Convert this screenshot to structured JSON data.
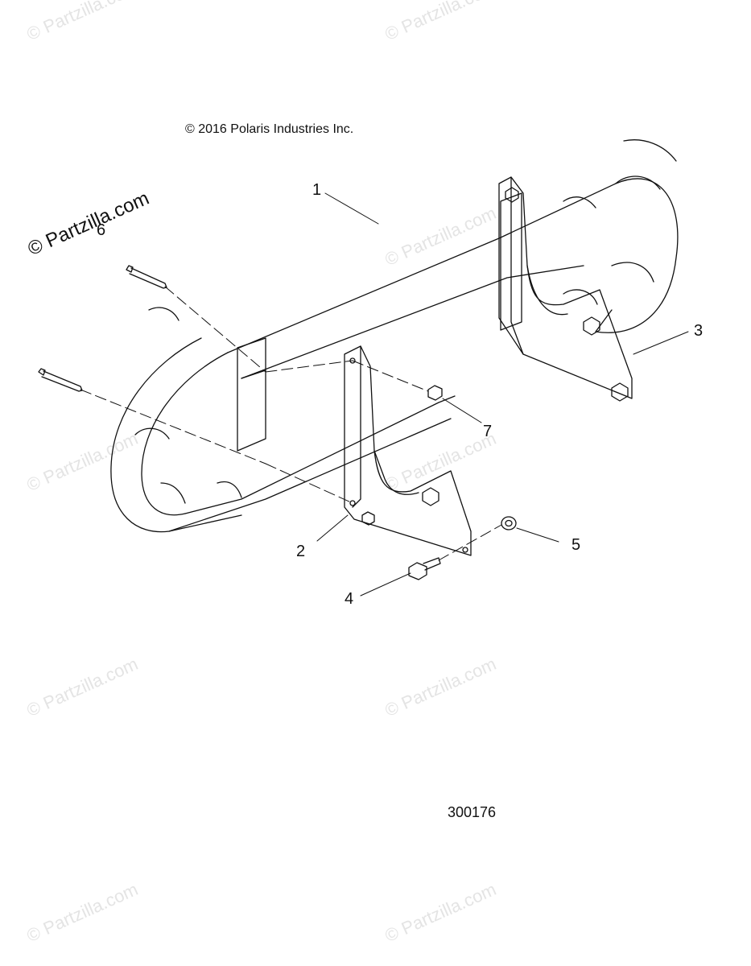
{
  "copyright": "© 2016 Polaris Industries Inc.",
  "part_number": "300176",
  "watermark": "© Partzilla.com",
  "callouts": [
    "1",
    "2",
    "3",
    "4",
    "5",
    "7",
    "6"
  ]
}
